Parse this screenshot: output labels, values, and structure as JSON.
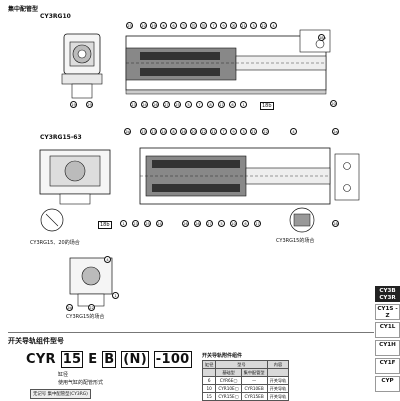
{
  "header": {
    "title": "集中配管型"
  },
  "diagrams": [
    {
      "model": "CY3RG10",
      "callouts_top": [
        "25",
        "10",
        "19",
        "⑧",
        "6",
        "⑪",
        "⑮",
        "⑱",
        "7",
        "9",
        "⑳",
        "21",
        "3",
        "22",
        "4"
      ],
      "callouts_bottom": [
        "19",
        "29",
        "23",
        "24",
        "26",
        "27",
        "25",
        "5",
        "7",
        "8",
        "17",
        "6",
        "1",
        "18b"
      ],
      "callouts_right": [
        "18a",
        "20"
      ]
    },
    {
      "model": "CY3RG15-63",
      "callouts_top": [
        "2b",
        "15",
        "13",
        "14",
        "8",
        "16",
        "20",
        "12",
        "11",
        "7",
        "9",
        "3",
        "21",
        "22",
        "4"
      ],
      "callouts_bottom": [
        "22",
        "1",
        "23",
        "25",
        "24",
        "26",
        "28",
        "27",
        "5",
        "10",
        "6",
        "17"
      ],
      "callouts_right": [
        "2a",
        "28"
      ],
      "left_part": [
        "18b"
      ]
    }
  ],
  "subfigures": [
    {
      "label": "CY3RG15、20的场合"
    },
    {
      "label": "CY3RG15的场合"
    },
    {
      "label": "CY3RG15的场合",
      "callouts": [
        "4",
        "1",
        "2b",
        "22"
      ]
    }
  ],
  "section2": {
    "title": "开关导轨组件型号",
    "code": {
      "prefix": "CYR",
      "size": "15",
      "mid": "E",
      "type": "B",
      "opt": "(N)",
      "len": "-100"
    },
    "lines": [
      "缸径",
      "使用气缸的配管形式"
    ],
    "legend": [
      {
        "code": "无记号",
        "text": "集中配管型(CY3RG)"
      }
    ],
    "table": {
      "title": "开关导轨附件组件",
      "headers": [
        "缸径",
        "型号",
        "",
        "内容"
      ],
      "subheaders": [
        "",
        "基础型",
        "集中配管型",
        ""
      ],
      "rows": [
        {
          "size": "6",
          "basic": "CYR6E▢",
          "central": "—",
          "content": "开关导轨"
        },
        {
          "size": "10",
          "basic": "CYR10E▢",
          "central": "CYR10EB",
          "content": "开关导轨"
        },
        {
          "size": "15",
          "basic": "CYR15E▢",
          "central": "CYR15EB",
          "content": "开关导轨"
        }
      ]
    }
  },
  "tabs": [
    {
      "label": "CY3B CY3R",
      "active": true
    },
    {
      "label": "CY1S -Z",
      "active": false
    },
    {
      "label": "CY1L",
      "active": false
    },
    {
      "label": "CY1H",
      "active": false
    },
    {
      "label": "CY1F",
      "active": false
    },
    {
      "label": "CYP",
      "active": false
    }
  ]
}
